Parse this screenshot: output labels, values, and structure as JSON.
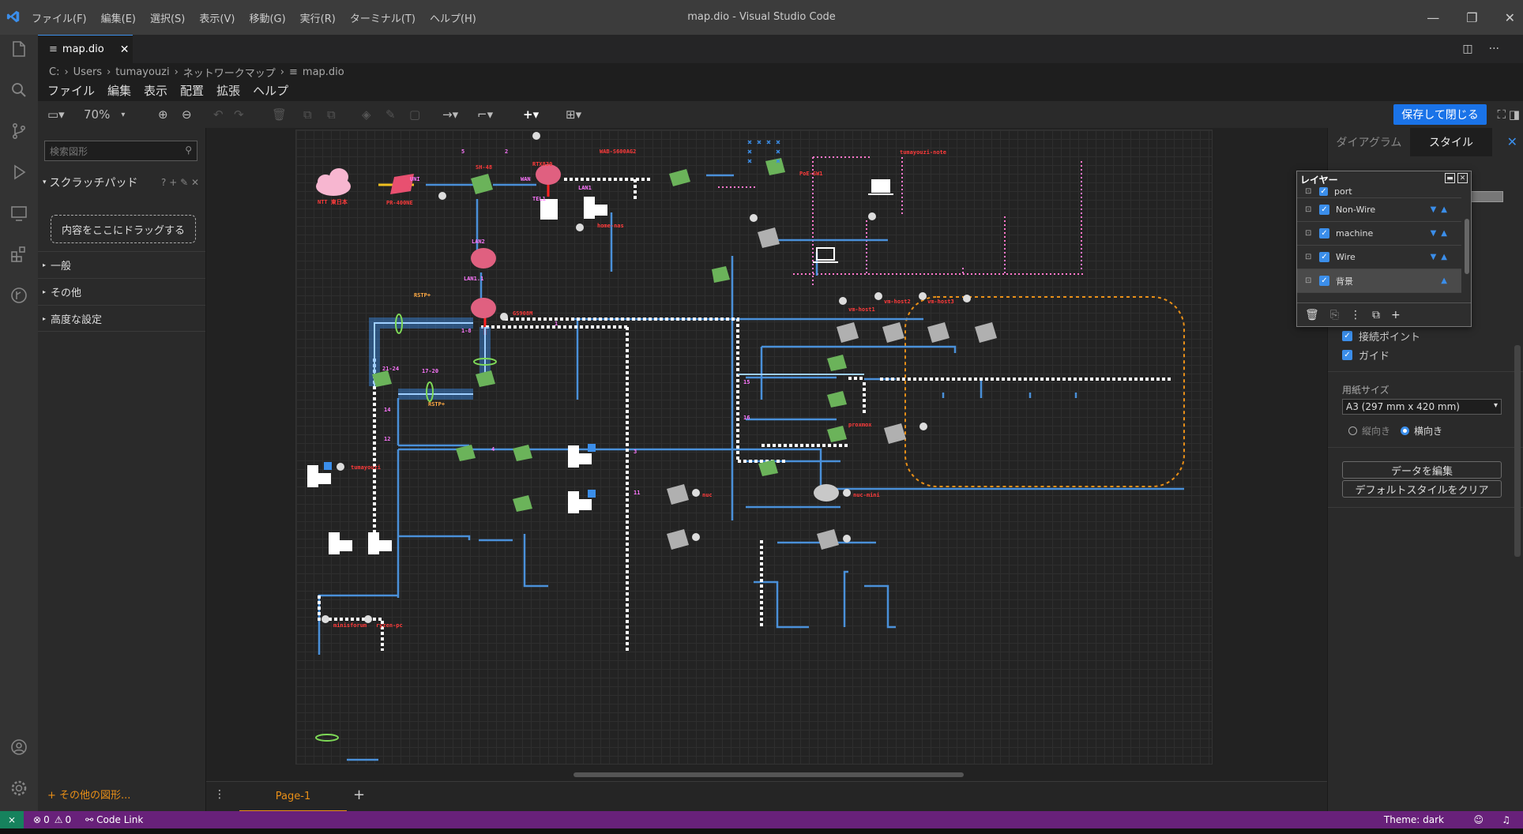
{
  "window": {
    "title": "map.dio - Visual Studio Code",
    "menu": [
      "ファイル(F)",
      "編集(E)",
      "選択(S)",
      "表示(V)",
      "移動(G)",
      "実行(R)",
      "ターミナル(T)",
      "ヘルプ(H)"
    ]
  },
  "editor": {
    "tab_label": "map.dio",
    "breadcrumbs": [
      "C:",
      "Users",
      "tumayouzi",
      "ネットワークマップ",
      "map.dio"
    ]
  },
  "drawio": {
    "menu": [
      "ファイル",
      "編集",
      "表示",
      "配置",
      "拡張",
      "ヘルプ"
    ],
    "zoom": "70%",
    "save_button": "保存して閉じる",
    "search_placeholder": "検索図形",
    "scratchpad": "スクラッチパッド",
    "scratchpad_tools": "? + ✎ ✕",
    "dropzone": "内容をここにドラッグする",
    "sections": [
      "一般",
      "その他",
      "高度な設定"
    ],
    "more_shapes": "その他の図形...",
    "page_tab": "Page-1"
  },
  "format_panel": {
    "tabs": [
      "ダイアグラム",
      "スタイル"
    ],
    "checks": [
      "接続ポイント",
      "ガイド"
    ],
    "paper_size_label": "用紙サイズ",
    "paper_size": "A3 (297 mm x 420 mm)",
    "orientation": [
      "縦向き",
      "横向き"
    ],
    "buttons": [
      "データを編集",
      "デフォルトスタイルをクリア"
    ]
  },
  "layers": {
    "title": "レイヤー",
    "items": [
      "port",
      "Non-Wire",
      "machine",
      "Wire",
      "背景"
    ]
  },
  "diagram": {
    "labels": {
      "ntt": "NTT 東日本",
      "onu": "PR-400NE",
      "yamaha": "RTX830",
      "ge_ports": [
        "UNI",
        "WAN",
        "LAN1",
        "LAN2",
        "LAN1.1"
      ],
      "hub1": "SH-48",
      "sw_main": "GS908M",
      "ap": "WAB-S600AG2",
      "laptop": "tumayouzi-note",
      "cisco": "PoE-SW1",
      "tel": "TEL1",
      "nas": "home-nas",
      "pc_left": "tumayouzi",
      "pc_bot1": "minisforum",
      "pc_bot2": "ryzen-pc",
      "rstp": "RSTP+",
      "srv_group": "proxmox",
      "srv_items": [
        "vm-host1",
        "vm-host2",
        "vm-host3",
        "nuc",
        "nuc-mini"
      ],
      "port_nums": [
        "1",
        "2",
        "3",
        "4",
        "5",
        "11",
        "12",
        "14",
        "15",
        "16",
        "17-20",
        "21-24",
        "1-8"
      ]
    }
  },
  "status": {
    "errors": "0",
    "warnings": "0",
    "codelink": "Code Link",
    "theme": "Theme: dark"
  },
  "colors": {
    "accent": "#3b8eea",
    "statusbar": "#68217a",
    "orange": "#e98f17",
    "save": "#1a73e8"
  }
}
